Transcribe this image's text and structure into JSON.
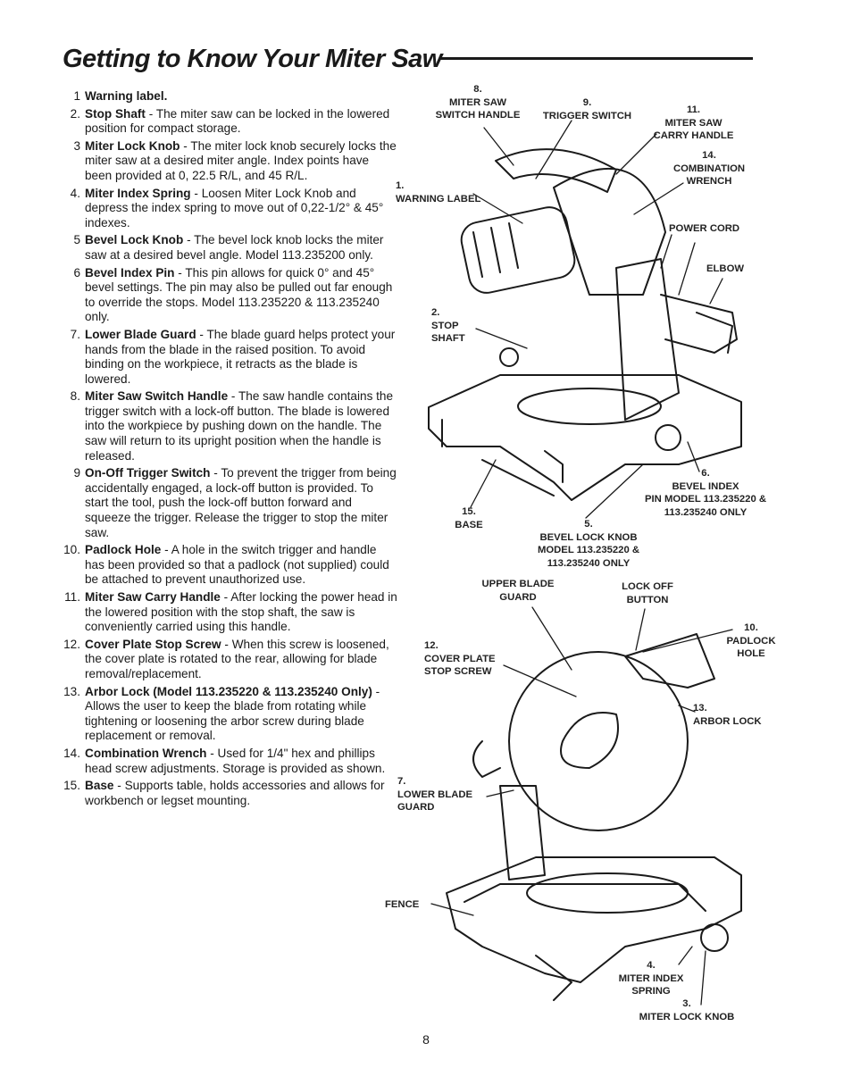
{
  "page": {
    "title": "Getting to Know Your Miter Saw",
    "page_number": "8"
  },
  "items": [
    {
      "num": "1",
      "term": "Warning label.",
      "sep": "",
      "desc": ""
    },
    {
      "num": "2.",
      "term": "Stop Shaft",
      "sep": " - ",
      "desc": "The miter saw can be locked in the lowered position for compact storage."
    },
    {
      "num": "3",
      "term": "Miter Lock Knob",
      "sep": " - ",
      "desc": "The miter lock knob securely locks the miter saw at a desired miter angle. Index points have been provided at 0, 22.5 R/L, and 45 R/L."
    },
    {
      "num": "4.",
      "term": "Miter Index Spring",
      "sep": " - ",
      "desc": "Loosen Miter Lock Knob and depress the index spring to move out of 0,22-1/2° & 45° indexes."
    },
    {
      "num": "5",
      "term": "Bevel Lock Knob",
      "sep": " - ",
      "desc": "The bevel lock knob locks the miter saw at a desired bevel angle. Model 113.235200 only."
    },
    {
      "num": "6",
      "term": "Bevel Index Pin",
      "sep": " - ",
      "desc": "This pin allows for quick 0° and 45° bevel settings. The pin may also be pulled out far enough to override the stops. Model 113.235220 & 113.235240 only."
    },
    {
      "num": "7.",
      "term": "Lower Blade Guard",
      "sep": " - ",
      "desc": "The blade guard helps protect your hands from the blade in the raised position. To avoid binding on the workpiece, it retracts as the blade is lowered."
    },
    {
      "num": "8.",
      "term": "Miter Saw Switch Handle",
      "sep": " - ",
      "desc": "The saw handle contains the trigger switch with a lock-off button. The blade is lowered into the workpiece by pushing down on the handle. The saw will return to its upright position when the handle is released."
    },
    {
      "num": "9",
      "term": "On-Off Trigger Switch",
      "sep": " - ",
      "desc": "To prevent the trigger from being accidentally engaged, a lock-off button is provided. To start the tool, push the lock-off button forward and squeeze the trigger. Release the trigger to stop the miter saw."
    },
    {
      "num": "10.",
      "term": "Padlock Hole",
      "sep": " - ",
      "desc": "A hole in the switch trigger and handle has been provided so that a padlock (not supplied) could be attached to prevent unauthorized use."
    },
    {
      "num": "11.",
      "term": "Miter Saw Carry Handle",
      "sep": " - ",
      "desc": "After locking the power head in the lowered position with the stop shaft, the saw is conveniently carried using this handle."
    },
    {
      "num": "12.",
      "term": "Cover Plate Stop Screw",
      "sep": " - ",
      "desc": "When this screw is loosened, the cover plate is rotated to the rear, allowing for blade removal/replacement."
    },
    {
      "num": "13.",
      "term": "Arbor Lock (Model 113.235220 & 113.235240 Only)",
      "sep": " - ",
      "desc": "Allows the user to keep the blade from rotating while tightening or loosening the arbor screw during blade replacement or removal."
    },
    {
      "num": "14.",
      "term": "Combination Wrench",
      "sep": " - ",
      "desc": "Used for 1/4\" hex and phillips head screw adjustments. Storage is provided as shown."
    },
    {
      "num": "15.",
      "term": "Base",
      "sep": " - ",
      "desc": "Supports table, holds accessories and allows for workbench or legset mounting."
    }
  ],
  "labels": {
    "switch_handle": "8.\nMITER SAW\nSWITCH HANDLE",
    "trigger": "9.\nTRIGGER SWITCH",
    "carry_handle": "11.\nMITER SAW\nCARRY HANDLE",
    "wrench": "14.\nCOMBINATION\nWRENCH",
    "warning": "1.\nWARNING LABEL",
    "power_cord": "POWER CORD",
    "elbow": "ELBOW",
    "stop_shaft": "2.\nSTOP\nSHAFT",
    "bevel_index": "6.\nBEVEL INDEX\nPIN MODEL 113.235220 &\n113.235240 ONLY",
    "base": "15.\nBASE",
    "bevel_lock": "5.\nBEVEL LOCK KNOB\nMODEL 113.235220 &\n113.235240 ONLY",
    "upper_guard": "UPPER BLADE\nGUARD",
    "lock_off": "LOCK OFF\nBUTTON",
    "padlock": "10.\nPADLOCK\nHOLE",
    "cover_plate": "12.\nCOVER PLATE\nSTOP SCREW",
    "arbor_lock": "13.\nARBOR LOCK",
    "lower_guard": "7.\nLOWER BLADE\nGUARD",
    "fence": "FENCE",
    "index_spring": "4.\nMITER INDEX\nSPRING",
    "lock_knob": "3.\nMITER LOCK KNOB"
  }
}
